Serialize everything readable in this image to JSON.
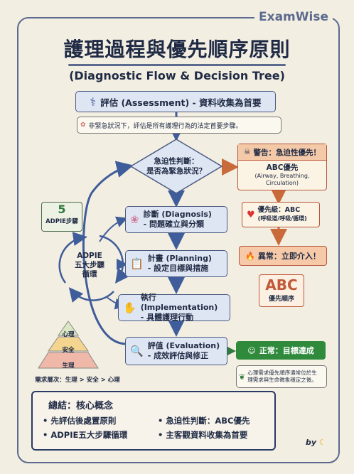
{
  "brand": "ExamWise",
  "title": "護理過程與優先順序原則",
  "subtitle": "(Diagnostic Flow & Decision Tree)",
  "assessment": {
    "label": "評估 (Assessment) - 資料收集為首要",
    "note": "非緊急狀況下，評估是所有護理行為的法定首要步驟。"
  },
  "decision": {
    "line1": "急迫性判斷：",
    "line2": "是否為緊急狀況？"
  },
  "warning": {
    "title": "警告：急迫性優先！",
    "abc_title": "ABC優先",
    "abc_detail1": "(Airway, Breathing,",
    "abc_detail2": "Circulation)"
  },
  "priority": {
    "line1": "優先級：ABC",
    "line2": "(呼吸道/呼吸/循環)"
  },
  "abnormal": "異常：立即介入！",
  "abc_badge": {
    "big": "ABC",
    "small": "優先順序"
  },
  "steps": [
    {
      "title": "診斷 (Diagnosis)",
      "sub": "- 問題確立與分類"
    },
    {
      "title": "計畫 (Planning)",
      "sub": "- 設定目標與措施"
    },
    {
      "title": "執行 (Implementation)",
      "sub": "- 具體護理行動"
    },
    {
      "title": "評值 (Evaluation)",
      "sub": "- 成效評估與修正"
    }
  ],
  "cycle": {
    "line1": "ADPIE",
    "line2": "五大步驟",
    "line3": "循環"
  },
  "five": {
    "num": "5",
    "label": "ADPIE步驟"
  },
  "normal": "正常：目標達成",
  "normal_note": {
    "line1": "心理需求優先順序通常位於生",
    "line2": "理需求與生命徵象穩定之後。"
  },
  "pyramid": {
    "top": "心理",
    "mid": "安全",
    "bottom": "生理",
    "caption": "需求層次：生理 > 安全 > 心理"
  },
  "summary": {
    "heading": "總結：核心概念",
    "items": [
      "先評估後處置原則",
      "急迫性判斷：ABC優先",
      "ADPIE五大步驟循環",
      "主客觀資料收集為首要"
    ]
  },
  "by": "by"
}
